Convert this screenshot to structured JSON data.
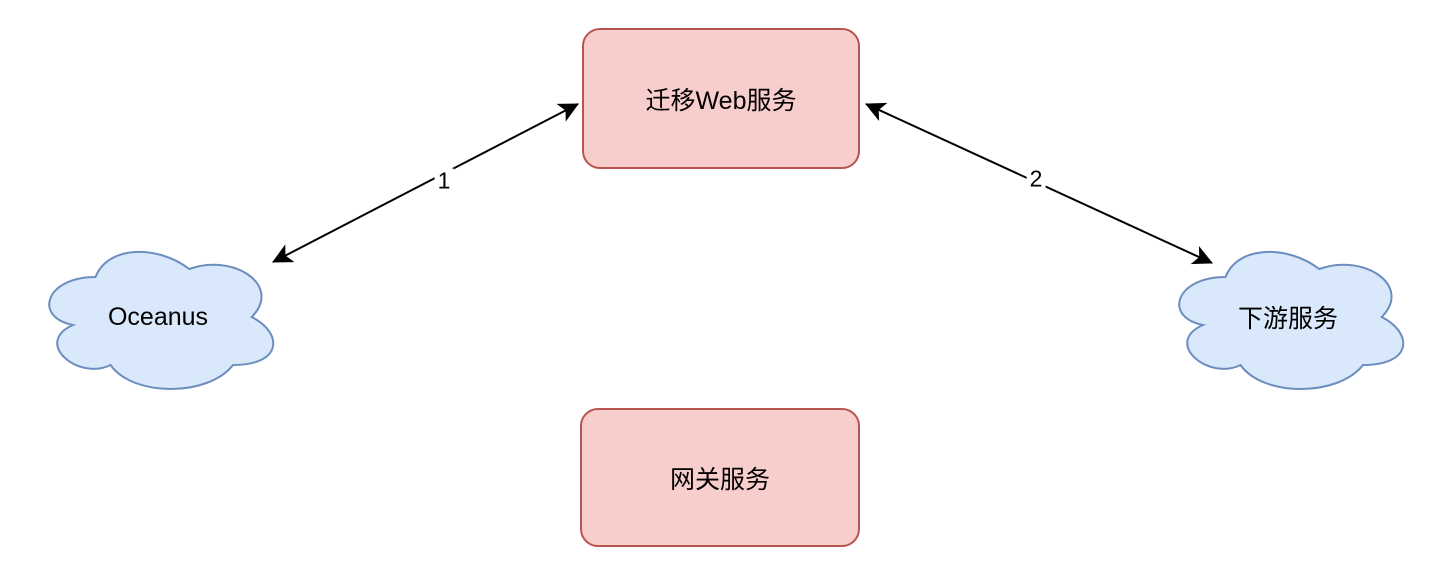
{
  "diagram": {
    "background_color": "#ffffff",
    "arrow_color": "#000000",
    "text_color": "#000000",
    "nodes": {
      "migration_web_service": {
        "label": "迁移Web服务",
        "shape": "rounded-rectangle",
        "fill": "#f8cecc",
        "stroke": "#b85450"
      },
      "gateway_service": {
        "label": "网关服务",
        "shape": "rounded-rectangle",
        "fill": "#f8cecc",
        "stroke": "#b85450"
      },
      "oceanus": {
        "label": "Oceanus",
        "shape": "cloud",
        "fill": "#dae8fc",
        "stroke": "#6c8ebf"
      },
      "downstream_service": {
        "label": "下游服务",
        "shape": "cloud",
        "fill": "#dae8fc",
        "stroke": "#6c8ebf"
      }
    },
    "edges": [
      {
        "label": "1",
        "from": "oceanus",
        "to": "migration_web_service",
        "style": "double-arrow"
      },
      {
        "label": "2",
        "from": "migration_web_service",
        "to": "downstream_service",
        "style": "double-arrow"
      }
    ]
  }
}
